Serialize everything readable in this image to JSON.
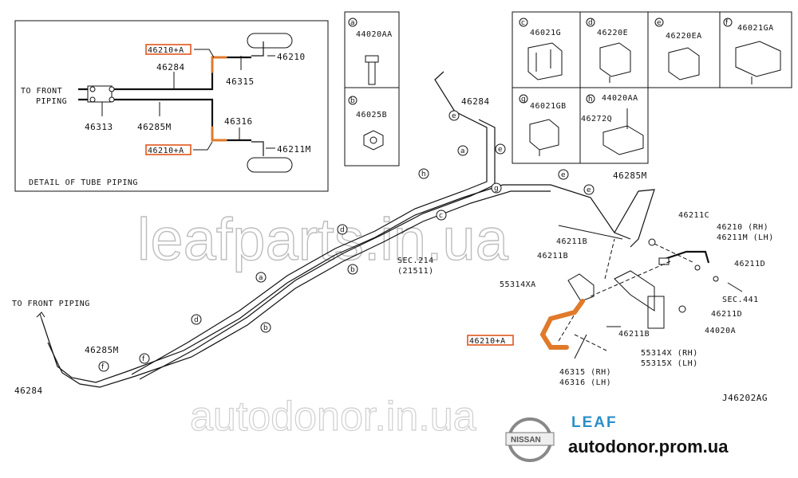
{
  "detail": {
    "title": "DETAIL OF TUBE PIPING",
    "to_front_1": "TO FRONT",
    "to_front_2": "PIPING",
    "labels": {
      "hl_top": "46210+A",
      "hl_bottom": "46210+A",
      "p46210": "46210",
      "p46284": "46284",
      "p46315": "46315",
      "p46313": "46313",
      "p46285M": "46285M",
      "p46316": "46316",
      "p46211M": "46211M"
    }
  },
  "parts": [
    {
      "letter": "a",
      "code": "44020AA"
    },
    {
      "letter": "b",
      "code": "46025B"
    },
    {
      "letter": "c",
      "code": "46021G"
    },
    {
      "letter": "d",
      "code": "46220E"
    },
    {
      "letter": "e",
      "code": "46220EA"
    },
    {
      "letter": "f",
      "code": "46021GA"
    },
    {
      "letter": "g",
      "code": "46021GB"
    },
    {
      "letter": "h",
      "code": "44020AA",
      "code2": "46272Q"
    }
  ],
  "main": {
    "to_front_piping": "TO FRONT PIPING",
    "p46285M_a": "46285M",
    "p46284_a": "46284",
    "p46284_b": "46284",
    "p46285M_b": "46285M",
    "sec_214_1": "SEC.214",
    "sec_214_2": "(21511)",
    "p46211C": "46211C",
    "p46210rh": "46210 (RH)",
    "p46211Mlh": "46211M (LH)",
    "p46211B_1": "46211B",
    "p46211B_2": "46211B",
    "p46211B_3": "46211B",
    "p46211D_1": "46211D",
    "p46211D_2": "46211D",
    "sec_441": "SEC.441",
    "p55314XA": "55314XA",
    "p44020A": "44020A",
    "hl": "46210+A",
    "p55314X": "55314X (RH)",
    "p55315X": "55315X (LH)",
    "p46315": "46315 (RH)",
    "p46316": "46316 (LH)",
    "diagram_id": "J46202AG",
    "callouts": [
      "a",
      "b",
      "c",
      "d",
      "e",
      "f",
      "g",
      "h"
    ]
  },
  "branding": {
    "watermark_1": "leafparts.in.ua",
    "watermark_2": "autodonor.in.ua",
    "nissan": "NISSAN",
    "leaf": "LEAF",
    "site": "autodonor.prom.ua"
  },
  "colors": {
    "highlight": "#e0561d",
    "pipe_orange": "#e07a2a",
    "leaf_blue": "#2a8fc9"
  }
}
